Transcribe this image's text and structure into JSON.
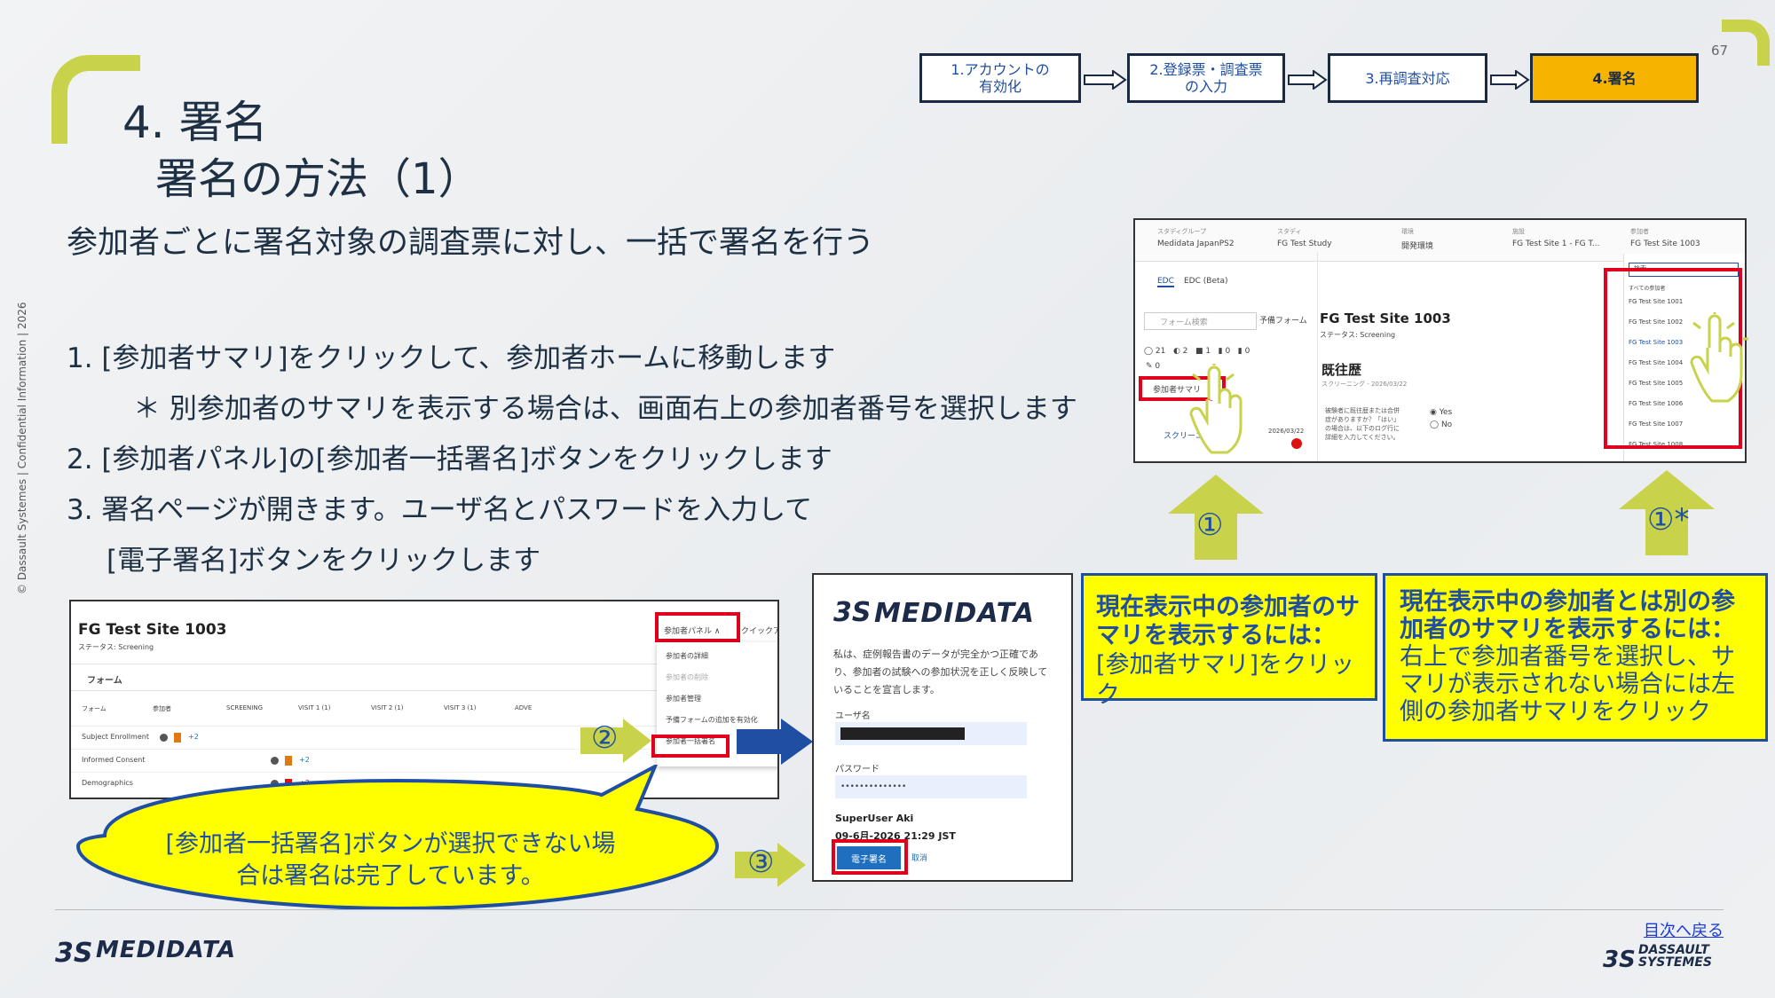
{
  "page_number": "67",
  "copyright": "© Dassault Systemes | Confidential Information | 2026",
  "title_line1": "4. 署名",
  "title_line2": "署名の方法（1）",
  "subtitle": "参加者ごとに署名対象の調査票に対し、一括で署名を行う",
  "steps": [
    "1. [参加者サマリ]をクリックして、参加者ホームに移動します",
    "＊ 別参加者のサマリを表示する場合は、画面右上の参加者番号を選択します",
    "2. [参加者パネル]の[参加者一括署名]ボタンをクリックします",
    "3. 署名ページが開きます。ユーザ名とパスワードを入力して",
    "[電子署名]ボタンをクリックします"
  ],
  "process": [
    {
      "label": "1.アカウントの\n有効化",
      "active": false
    },
    {
      "label": "2.登録票・調査票\nの入力",
      "active": false
    },
    {
      "label": "3.再調査対応",
      "active": false
    },
    {
      "label": "4.署名",
      "active": true
    }
  ],
  "rave_screen": {
    "filters": [
      {
        "label": "スタディグループ",
        "value": "Medidata JapanPS2"
      },
      {
        "label": "スタディ",
        "value": "FG Test Study"
      },
      {
        "label": "環境",
        "value": "開発環境"
      },
      {
        "label": "施設",
        "value": "FG Test Site 1 - FG T..."
      },
      {
        "label": "参加者",
        "value": "FG Test Site 1003"
      }
    ],
    "tabs": [
      "EDC",
      "EDC (Beta)"
    ],
    "search_placeholder": "フォーム検索",
    "unscheduled": "予備フォーム",
    "subject_title": "FG Test Site 1003",
    "status": "ステータス: Screening",
    "section": "既往歴",
    "section_sub": "スクリーニング - 2026/03/22",
    "summary_button": "参加者サマリ",
    "visit": "スクリーニング",
    "visit_date": "2026/03/22",
    "question": "被験者に既往歴または合併症がありますか？「はい」の場合は、以下のログ行に詳細を入力してください。",
    "yes": "Yes",
    "no": "No",
    "dropdown_search": "検索",
    "dropdown_all": "すべての参加者",
    "dropdown_items": [
      "FG Test Site 1001",
      "FG Test Site 1002",
      "FG Test Site 1003",
      "FG Test Site 1004",
      "FG Test Site 1005",
      "FG Test Site 1006",
      "FG Test Site 1007",
      "FG Test Site 1008"
    ]
  },
  "form_screen": {
    "subject_title": "FG Test Site 1003",
    "status": "ステータス: Screening",
    "panel_button": "参加者パネル ∧",
    "quick": "クイックア",
    "forms_heading": "フォーム",
    "columns": [
      "フォーム",
      "参加者",
      "SCREENING",
      "VISIT 1 (1)",
      "VISIT 2 (1)",
      "VISIT 3 (1)",
      "ADVE"
    ],
    "rows": [
      "Subject Enrollment",
      "Informed Consent",
      "Demographics"
    ],
    "counts": [
      "+2",
      "+2",
      "+3"
    ],
    "menu": [
      "参加者の詳細",
      "参加者の削除",
      "参加者管理",
      "予備フォームの追加を有効化",
      "参加者一括署名"
    ]
  },
  "sign_screen": {
    "logo": "MEDIDATA",
    "statement": "私は、症例報告書のデータが完全かつ正確であり、参加者の試験への参加状況を正しく反映していることを宣言します。",
    "username_label": "ユーザ名",
    "password_label": "パスワード",
    "password_value": "••••••••••••••",
    "user": "SuperUser Aki",
    "date": "09-6月-2026 21:29 JST",
    "sign_button": "電子署名",
    "cancel": "取消"
  },
  "callouts": {
    "num1": "①",
    "num1star": "①*",
    "num2": "②",
    "num3": "③",
    "note1": "現在表示中の参加者のサマリを表示するには：",
    "note1_b": "[参加者サマリ]をクリック",
    "note2": "現在表示中の参加者とは別の参加者のサマリを表示するには：",
    "note2_b": "右上で参加者番号を選択し、サマリが表示されない場合には左側の参加者サマリをクリック",
    "bubble": "[参加者一括署名]ボタンが選択できない場合は署名は完了しています。"
  },
  "footer": {
    "logo": "MEDIDATA",
    "back_link": "目次へ戻る",
    "ds_logo_line1": "DASSAULT",
    "ds_logo_line2": "SYSTEMES"
  },
  "colors": {
    "accent_yellow": "#ffff00",
    "process_active": "#f6b400",
    "lime": "#c8d24a",
    "red": "#e0001b",
    "navy": "#1f4ea3"
  }
}
